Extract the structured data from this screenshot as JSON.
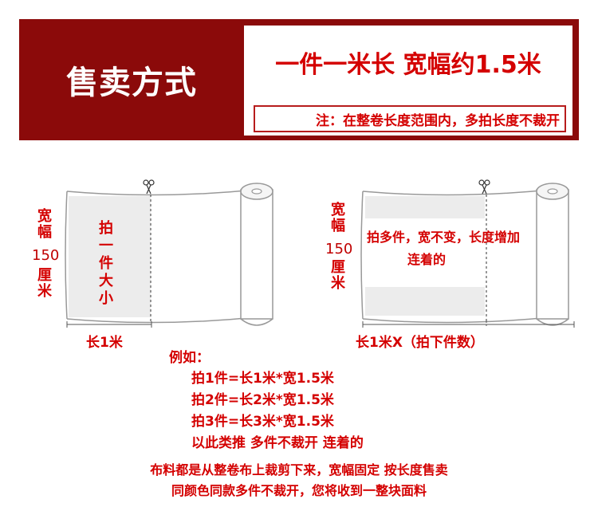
{
  "banner": {
    "title": "售卖方式",
    "headline": "一件一米长  宽幅约1.5米",
    "note": "注：在整卷长度范围内，多拍长度不裁开"
  },
  "left_diagram": {
    "width_label": "宽幅",
    "width_value": "150",
    "width_unit": "厘米",
    "inner_label": "拍一件大小",
    "length_label": "长1米"
  },
  "right_diagram": {
    "width_label": "宽幅",
    "width_value": "150",
    "width_unit": "厘米",
    "inner_label_line1": "拍多件，宽不变，长度增加",
    "inner_label_line2": "连着的",
    "length_label": "长1米X（拍下件数）"
  },
  "examples": {
    "heading": "例如：",
    "lines": [
      "拍1件=长1米*宽1.5米",
      "拍2件=长2米*宽1.5米",
      "拍3件=长3米*宽1.5米",
      "以此类推 多件不裁开 连着的"
    ]
  },
  "footer": {
    "line1": "布料都是从整卷布上裁剪下来，宽幅固定 按长度售卖",
    "line2": "同颜色同款多件不裁开，您将收到一整块面料"
  },
  "colors": {
    "banner": "#8b0a0a",
    "accent_red": "#d40000"
  },
  "icons": [
    "scissors-icon",
    "fabric-roll-icon"
  ]
}
